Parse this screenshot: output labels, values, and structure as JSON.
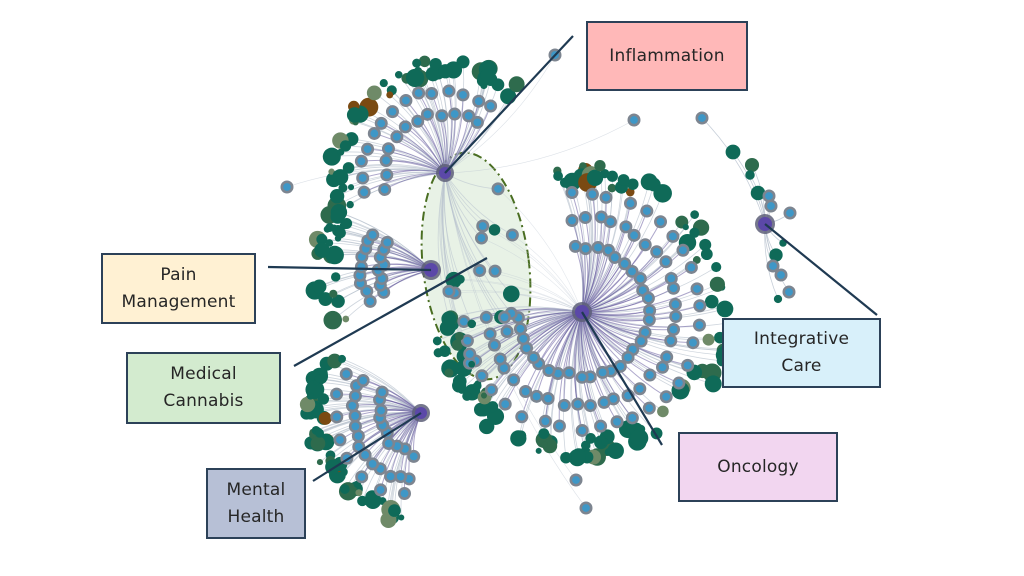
{
  "diagram": {
    "type": "network",
    "description": "Topic co-occurrence network with labeled clusters",
    "colors": {
      "hub": "#5b48a8",
      "hub_ring": "#5d5f78",
      "inner_node": "#3e97c7",
      "inner_node_ring": "#7d8590",
      "outer_node": "#0f6a58",
      "outer_node_alt": "#2e6b4d",
      "outer_node_pale": "#6f8a68",
      "accent_node": "#7a4a12",
      "edge_hub": "#6a5fa0",
      "edge_light": "#b9c3cf",
      "callout_line": "#1f3a52",
      "ellipse_fill": "#e4f0e2",
      "ellipse_stroke": "#4a6e22"
    },
    "clusters": [
      {
        "id": "inflammation",
        "label": "Inflammation",
        "box_color": "#ffb8b8"
      },
      {
        "id": "pain",
        "label": "Pain\nManagement",
        "box_color": "#fff1d3"
      },
      {
        "id": "cannabis",
        "label": "Medical\nCannabis",
        "box_color": "#d3ebcf"
      },
      {
        "id": "mental",
        "label": "Mental\nHealth",
        "box_color": "#b7c0d6"
      },
      {
        "id": "integrative",
        "label": "Integrative\nCare",
        "box_color": "#d8f0fa"
      },
      {
        "id": "oncology",
        "label": "Oncology",
        "box_color": "#f2d6f0"
      }
    ]
  }
}
